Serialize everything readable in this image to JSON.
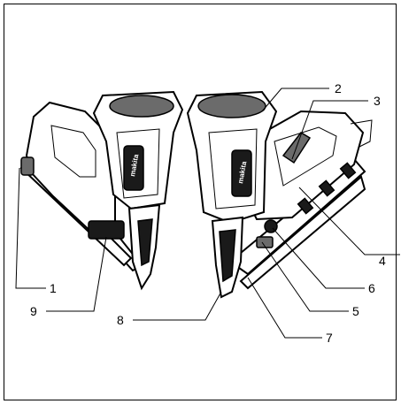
{
  "labels": [
    "1",
    "2",
    "3",
    "4",
    "5",
    "6",
    "7",
    "8",
    "9"
  ],
  "brand_text": "makita"
}
